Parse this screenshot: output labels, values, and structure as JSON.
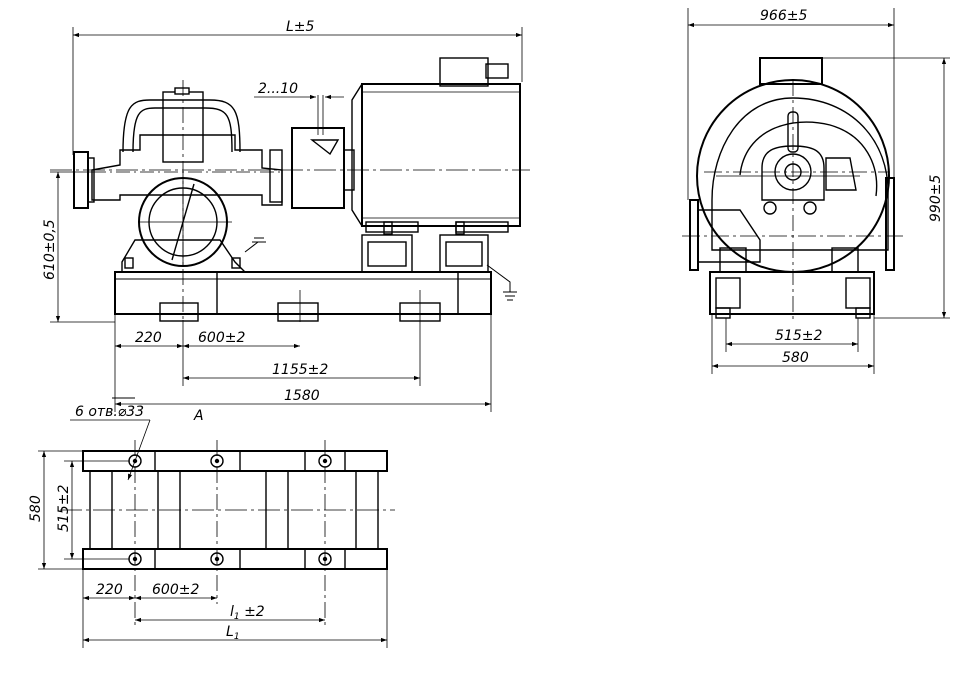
{
  "side_view": {
    "dim_length": "L±5",
    "dim_gap": "2...10",
    "dim_height": "610±0,5",
    "dim_220": "220",
    "dim_600": "600±2",
    "dim_1155": "1155±2",
    "dim_1580": "1580",
    "view_label": "A"
  },
  "end_view": {
    "dim_width": "966±5",
    "dim_height": "990±5",
    "dim_515": "515±2",
    "dim_580": "580"
  },
  "plan_view": {
    "holes_note": "6 отв.⌀33",
    "dim_580": "580",
    "dim_515": "515±2",
    "dim_220": "220",
    "dim_600": "600±2",
    "dim_l1_tol_main": "l",
    "dim_l1_tol_sub": "1",
    "dim_l1_tol_rest": " ±2",
    "dim_l1_main": "L",
    "dim_l1_sub": "1"
  },
  "colors": {
    "line": "#000000",
    "background": "#ffffff"
  }
}
